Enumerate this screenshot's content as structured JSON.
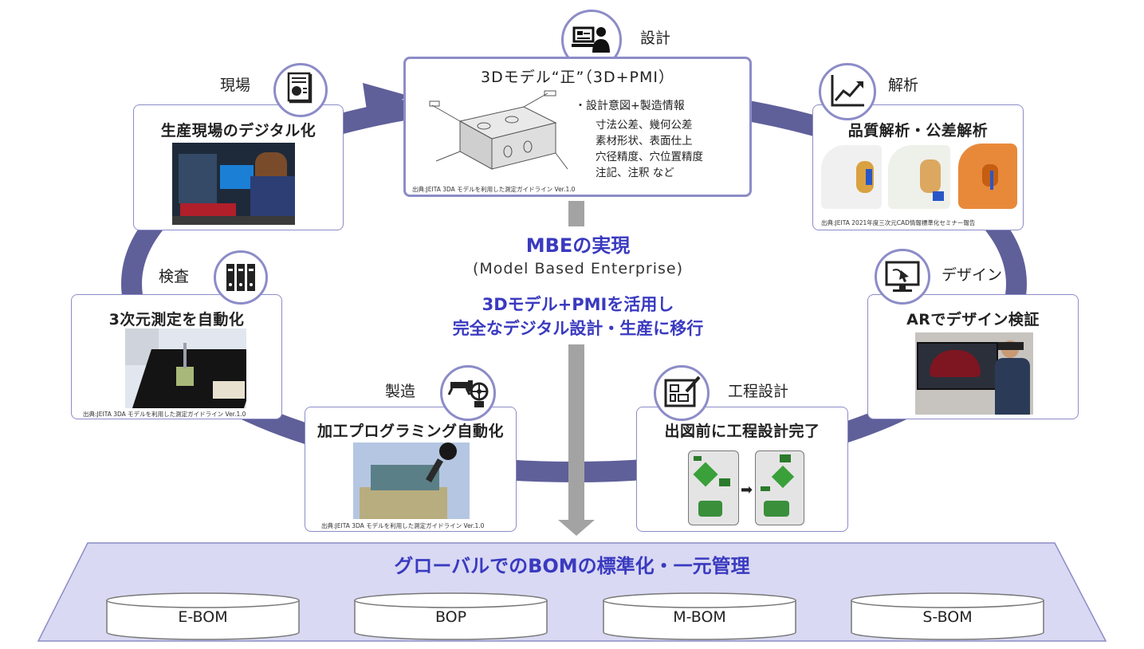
{
  "design": {
    "label": "設計",
    "title": "3Dモデル“正”（3D+PMI）",
    "bullet_head": "・設計意図+製造情報",
    "bullet_lines": [
      "寸法公差、幾何公差",
      "素材形状、表面仕上",
      "穴径精度、穴位置精度",
      "注記、注釈 など"
    ],
    "source": "出典:JEITA 3DA モデルを利用した測定ガイドライン Ver.1.0"
  },
  "field": {
    "label": "現場",
    "title": "生産現場のデジタル化"
  },
  "analysis": {
    "label": "解析",
    "title": "品質解析・公差解析",
    "source": "出典:JEITA 2021年度三次元CAD情報標準化セミナー報告"
  },
  "inspection": {
    "label": "検査",
    "title": "3次元測定を自動化",
    "source": "出典:JEITA 3DA モデルを利用した測定ガイドライン Ver.1.0"
  },
  "design_ar": {
    "label": "デザイン",
    "title": "ARでデザイン検証"
  },
  "manufacturing": {
    "label": "製造",
    "title": "加工プログラミング自動化",
    "source": "出典:JEITA 3DA モデルを利用した測定ガイドライン Ver.1.0"
  },
  "process": {
    "label": "工程設計",
    "title": "出図前に工程設計完了"
  },
  "center": {
    "mbe_title": "MBEの実現",
    "mbe_sub": "(Model Based Enterprise)",
    "line1": "3Dモデル+PMIを活用し",
    "line2": "完全なデジタル設計・生産に移行"
  },
  "bom": {
    "title": "グローバルでのBOMの標準化・一元管理",
    "items": [
      "E-BOM",
      "BOP",
      "M-BOM",
      "S-BOM"
    ]
  },
  "colors": {
    "ring": "#5f5f9a",
    "accent": "#3a3ac0",
    "border": "#8c8cc8",
    "platform": "#d9d9f3"
  }
}
